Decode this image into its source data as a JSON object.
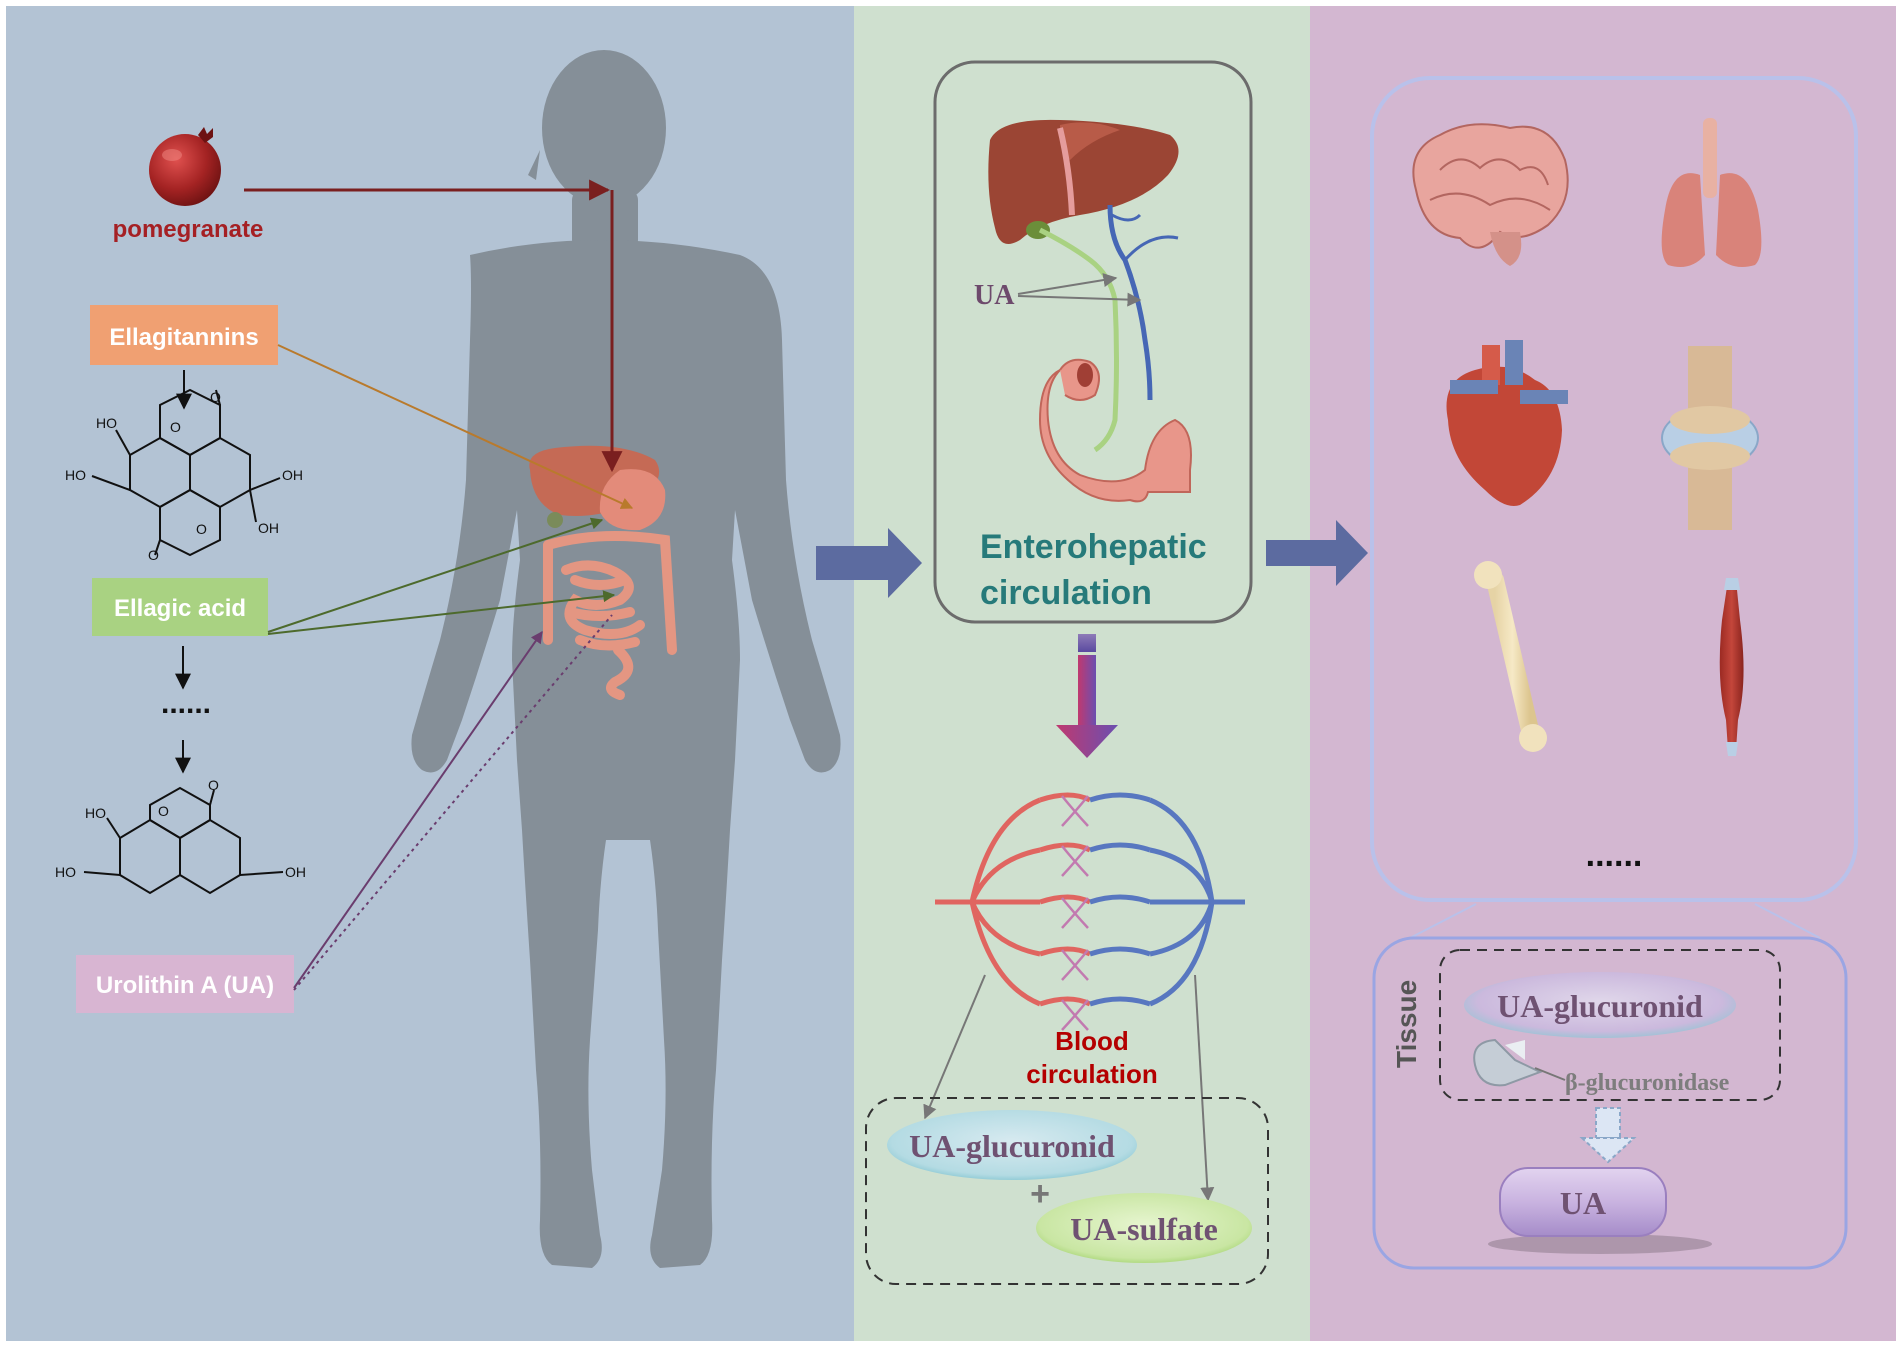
{
  "left_panel": {
    "pomegranate_label": "pomegranate",
    "ellagitannins_label": "Ellagitannins",
    "ellagic_acid_label": "Ellagic acid",
    "ellipsis": "......",
    "urolithin_label": "Urolithin A (UA)",
    "ellagic_structure_labels": [
      "HO",
      "HO",
      "OH",
      "OH"
    ],
    "urolithin_structure_labels": [
      "HO",
      "HO",
      "OH"
    ],
    "ring_oxygen": "O"
  },
  "middle_panel": {
    "ua_label": "UA",
    "enterohepatic_label_line1": "Enterohepatic",
    "enterohepatic_label_line2": "circulation",
    "blood_label_line1": "Blood",
    "blood_label_line2": "circulation",
    "ua_glucuronid": "UA-glucuronid",
    "plus": "+",
    "ua_sulfate": "UA-sulfate"
  },
  "right_panel": {
    "ellipsis": "......",
    "tissue_label": "Tissue",
    "ua_glucuronid": "UA-glucuronid",
    "enzyme_label": "β-glucuronidase",
    "ua_result": "UA"
  },
  "colors": {
    "left_bg": "#b3c3d4",
    "middle_bg": "#cfe0cf",
    "right_bg": "#d3b7d1",
    "pomegranate_red": "#a52024",
    "ellagitannins_box": "#f0a072",
    "ellagic_box": "#a9d282",
    "urolithin_box": "#d8b5d2",
    "teal_text": "#267a7a",
    "blood_red_text": "#b40000"
  }
}
